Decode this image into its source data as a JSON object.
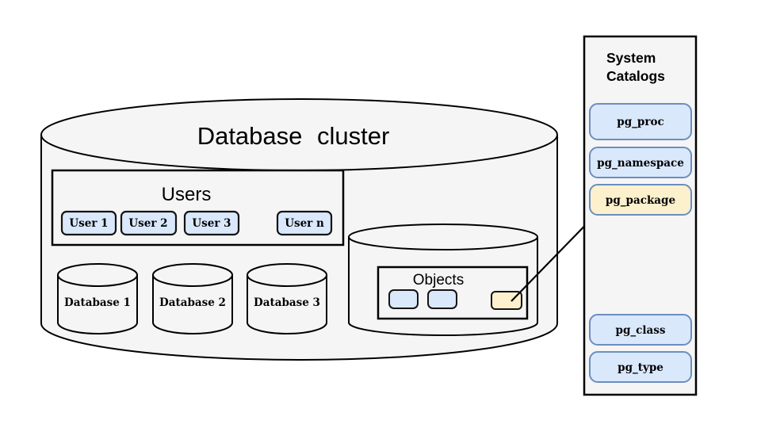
{
  "colors": {
    "shape_fill": "#f5f5f5",
    "outline": "#000000",
    "box_blue": "#dae8fc",
    "box_yellow": "#fcf0cd",
    "catalog_border": "#6c8ebf"
  },
  "cluster": {
    "title": "Database cluster",
    "users": {
      "title": "Users",
      "items": [
        "User 1",
        "User 2",
        "User 3",
        "User n"
      ]
    },
    "databases": [
      "Database 1",
      "Database 2",
      "Database 3"
    ],
    "objects": {
      "title": "Objects"
    }
  },
  "catalogs": {
    "title_line1": "System",
    "title_line2": "Catalogs",
    "items": [
      {
        "label": "pg_proc",
        "highlighted": false
      },
      {
        "label": "pg_namespace",
        "highlighted": false
      },
      {
        "label": "pg_package",
        "highlighted": true
      },
      {
        "label": "pg_class",
        "highlighted": false
      },
      {
        "label": "pg_type",
        "highlighted": false
      }
    ]
  }
}
